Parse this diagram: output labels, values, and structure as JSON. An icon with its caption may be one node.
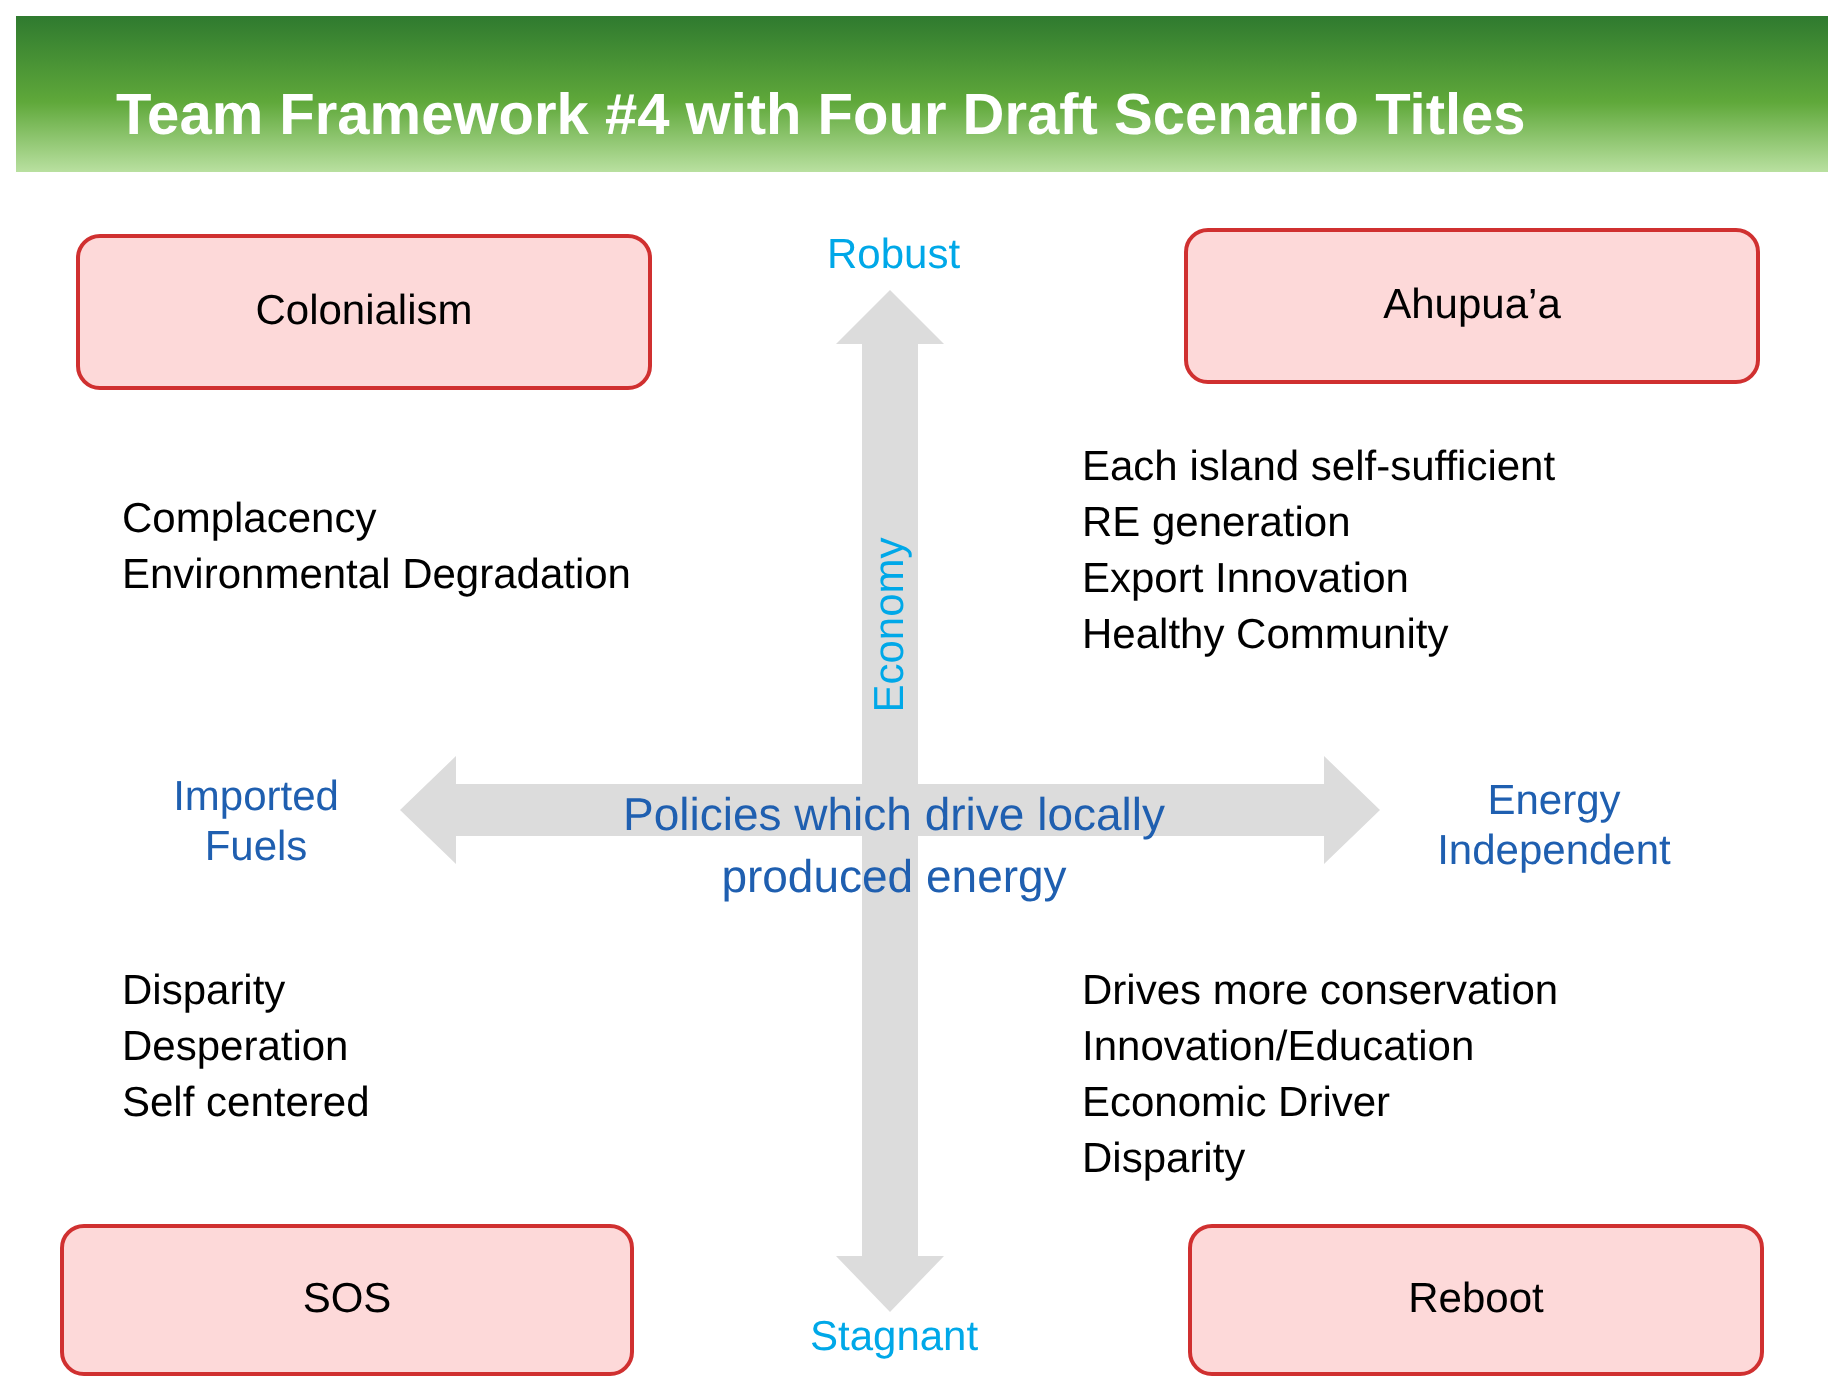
{
  "diagram": {
    "title": "Team Framework #4 with Four Draft Scenario Titles",
    "nodes": [
      {
        "text": [
          "Colonialism"
        ]
      },
      {
        "text": [
          "Ahupua’a"
        ]
      },
      {
        "text": [
          "SOS"
        ]
      },
      {
        "text": [
          "Reboot"
        ]
      }
    ],
    "edges": [],
    "labels": [
      "Robust",
      "Complacency",
      "Environmental Degradation",
      "Each island self-sufficient",
      "RE generation",
      "Export Innovation",
      "Healthy Community",
      "Economy",
      "Imported Fuels",
      "Policies which drive locally produced energy",
      "Energy Independent",
      "Disparity",
      "Desperation",
      "Self centered",
      "Drives more conservation",
      "Innovation/Education",
      "Economic Driver",
      "Disparity",
      "Stagnant"
    ]
  }
}
